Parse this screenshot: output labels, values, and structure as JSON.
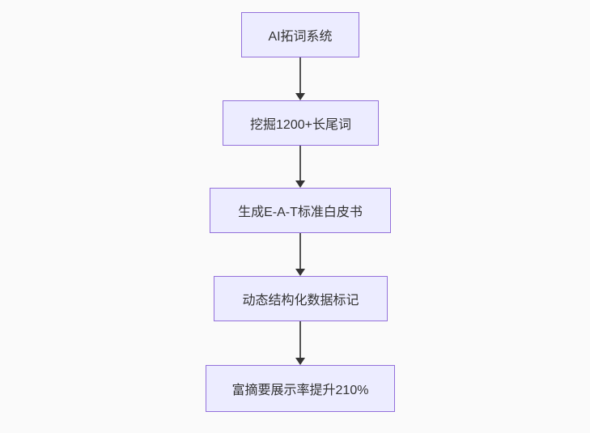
{
  "diagram": {
    "type": "flowchart",
    "direction": "top-down",
    "colors": {
      "background": "#fafafa",
      "node_fill": "#ECECFF",
      "node_border": "#9370DB",
      "node_text": "#333333",
      "edge_line": "#555555",
      "edge_arrowhead": "#333333"
    },
    "nodes": [
      {
        "label": "AI拓词系统"
      },
      {
        "label": "挖掘1200+长尾词"
      },
      {
        "label": "生成E-A-T标准白皮书"
      },
      {
        "label": "动态结构化数据标记"
      },
      {
        "label": "富摘要展示率提升210%"
      }
    ],
    "edges": [
      {
        "from": "AI拓词系统",
        "to": "挖掘1200+长尾词"
      },
      {
        "from": "挖掘1200+长尾词",
        "to": "生成E-A-T标准白皮书"
      },
      {
        "from": "生成E-A-T标准白皮书",
        "to": "动态结构化数据标记"
      },
      {
        "from": "动态结构化数据标记",
        "to": "富摘要展示率提升210%"
      }
    ]
  }
}
